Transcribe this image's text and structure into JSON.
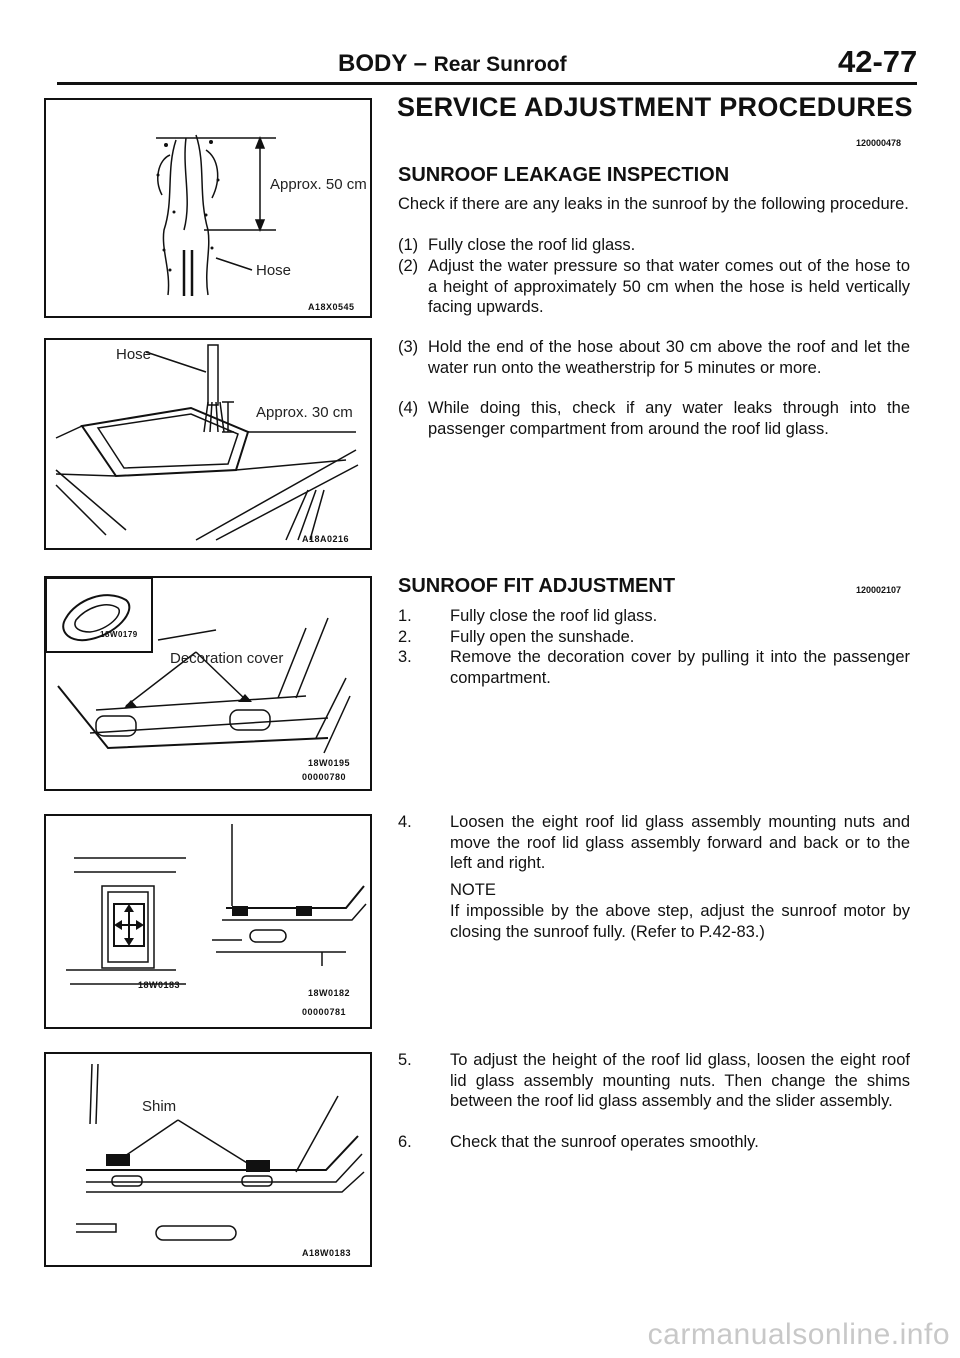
{
  "header": {
    "title_main": "BODY",
    "title_sep": " – ",
    "title_sub": "Rear Sunroof",
    "page_number": "42-77"
  },
  "figures": {
    "fig1": {
      "label_height": "Approx. 50 cm",
      "label_hose": "Hose",
      "code": "A18X0545"
    },
    "fig2": {
      "label_hose": "Hose",
      "label_height": "Approx. 30 cm",
      "code": "A18A0216"
    },
    "fig3": {
      "label_cover": "Decoration cover",
      "inset_code": "18W0179",
      "code1": "18W0195",
      "code2": "00000780"
    },
    "fig4": {
      "code_left": "18W0183",
      "code1": "18W0182",
      "code2": "00000781"
    },
    "fig5": {
      "label_shim": "Shim",
      "code": "A18W0183"
    }
  },
  "section1": {
    "title": "SERVICE ADJUSTMENT PROCEDURES",
    "ref": "120000478",
    "subtitle": "SUNROOF LEAKAGE INSPECTION",
    "intro": "Check if there are any leaks in the sunroof by the following procedure.",
    "steps": [
      {
        "n": "(1)",
        "text": "Fully close the roof lid glass."
      },
      {
        "n": "(2)",
        "text": "Adjust the water pressure so that water comes out of the hose to a height of approximately 50 cm when the hose is held vertically facing upwards."
      },
      {
        "n": "(3)",
        "text": "Hold the end of the hose about 30 cm above the roof and let the water run onto the weatherstrip for 5 minutes or more."
      },
      {
        "n": "(4)",
        "text": "While doing this, check if any water leaks through into the passenger compartment from around the roof lid glass."
      }
    ]
  },
  "section2": {
    "title": "SUNROOF FIT ADJUSTMENT",
    "ref": "120002107",
    "steps": [
      {
        "n": "1.",
        "text": "Fully close the roof lid glass."
      },
      {
        "n": "2.",
        "text": "Fully open the sunshade."
      },
      {
        "n": "3.",
        "text": "Remove the decoration cover by pulling it into the passenger compartment."
      },
      {
        "n": "4.",
        "text": "Loosen the eight roof lid glass assembly mounting nuts and move the roof lid glass assembly forward and back or to the left and right."
      },
      {
        "n": "5.",
        "text": "To adjust the height of the roof lid glass, loosen the eight roof lid glass assembly mounting nuts. Then change the shims between the roof lid glass assembly and the slider assembly."
      },
      {
        "n": "6.",
        "text": "Check that the sunroof operates smoothly."
      }
    ],
    "note_label": "NOTE",
    "note_text": "If impossible by the above step, adjust the sunroof motor by closing the sunroof fully. (Refer to P.42-83.)"
  },
  "watermark": "carmanualsonline.info"
}
